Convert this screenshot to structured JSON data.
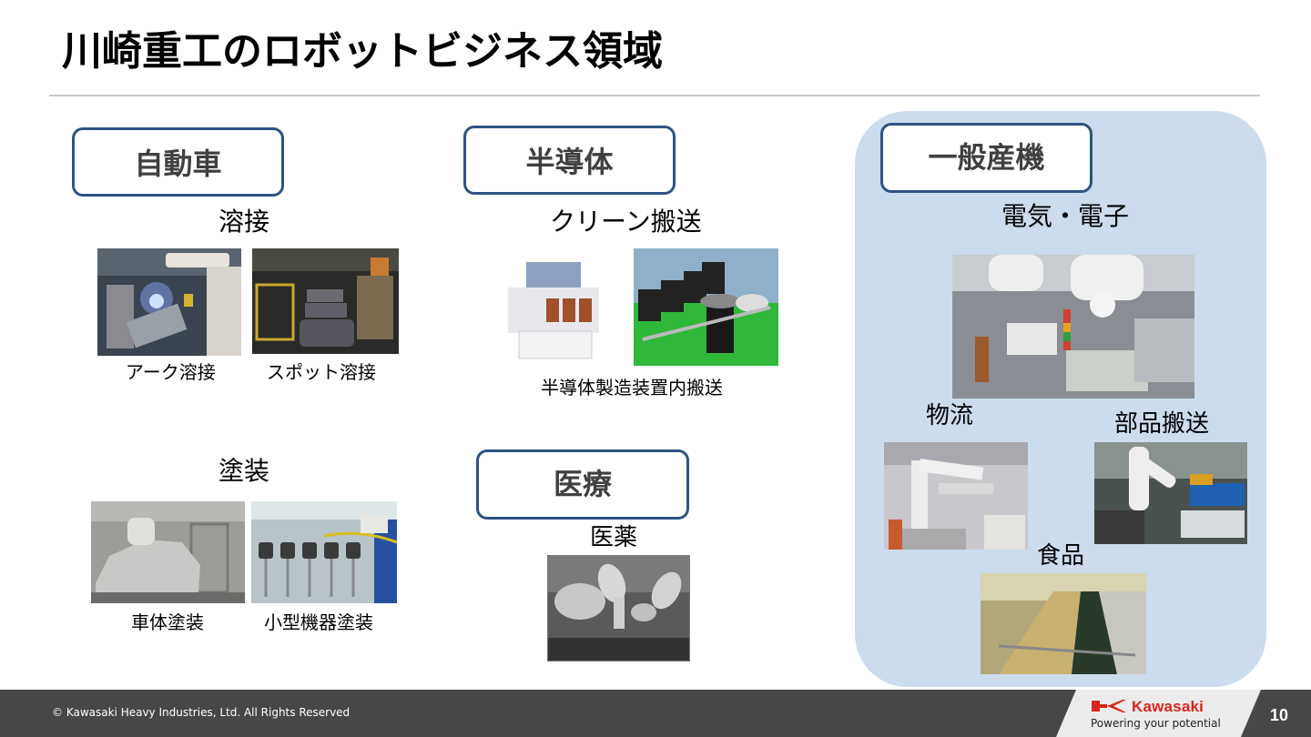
{
  "slide": {
    "title": "川崎重工のロボットビジネス領域",
    "page_number": "10"
  },
  "colors": {
    "category_border": "#2e5283",
    "category_text": "#404040",
    "panel_background": "#ccdcec",
    "footer_background": "#484745",
    "brand_red": "#d7261e"
  },
  "categories": {
    "automotive": {
      "title": "自動車",
      "groups": [
        {
          "label": "溶接",
          "images": [
            {
              "caption": "アーク溶接",
              "icon": "arc-welding-robot-photo"
            },
            {
              "caption": "スポット溶接",
              "icon": "spot-welding-line-photo"
            }
          ]
        },
        {
          "label": "塗装",
          "images": [
            {
              "caption": "車体塗装",
              "icon": "car-body-painting-photo"
            },
            {
              "caption": "小型機器塗装",
              "icon": "small-parts-painting-photo"
            }
          ]
        }
      ]
    },
    "semiconductor": {
      "title": "半導体",
      "label": "クリーン搬送",
      "caption": "半導体製造装置内搬送",
      "images": [
        "wafer-equipment-photo",
        "wafer-transfer-robot-photo"
      ]
    },
    "medical": {
      "title": "医療",
      "label": "医薬",
      "images": [
        "dual-arm-pharma-robot-photo"
      ]
    },
    "general_industry": {
      "title": "一般産機",
      "sections": [
        {
          "label": "電気・電子",
          "icon": "electronics-assembly-photo"
        },
        {
          "label": "物流",
          "icon": "palletizing-robot-photo"
        },
        {
          "label": "部品搬送",
          "icon": "parts-handling-robot-photo"
        },
        {
          "label": "食品",
          "icon": "food-picking-line-photo"
        }
      ]
    }
  },
  "footer": {
    "copyright": "© Kawasaki Heavy Industries, Ltd. All Rights Reserved",
    "brand_name": "Kawasaki",
    "brand_tagline": "Powering your potential"
  }
}
